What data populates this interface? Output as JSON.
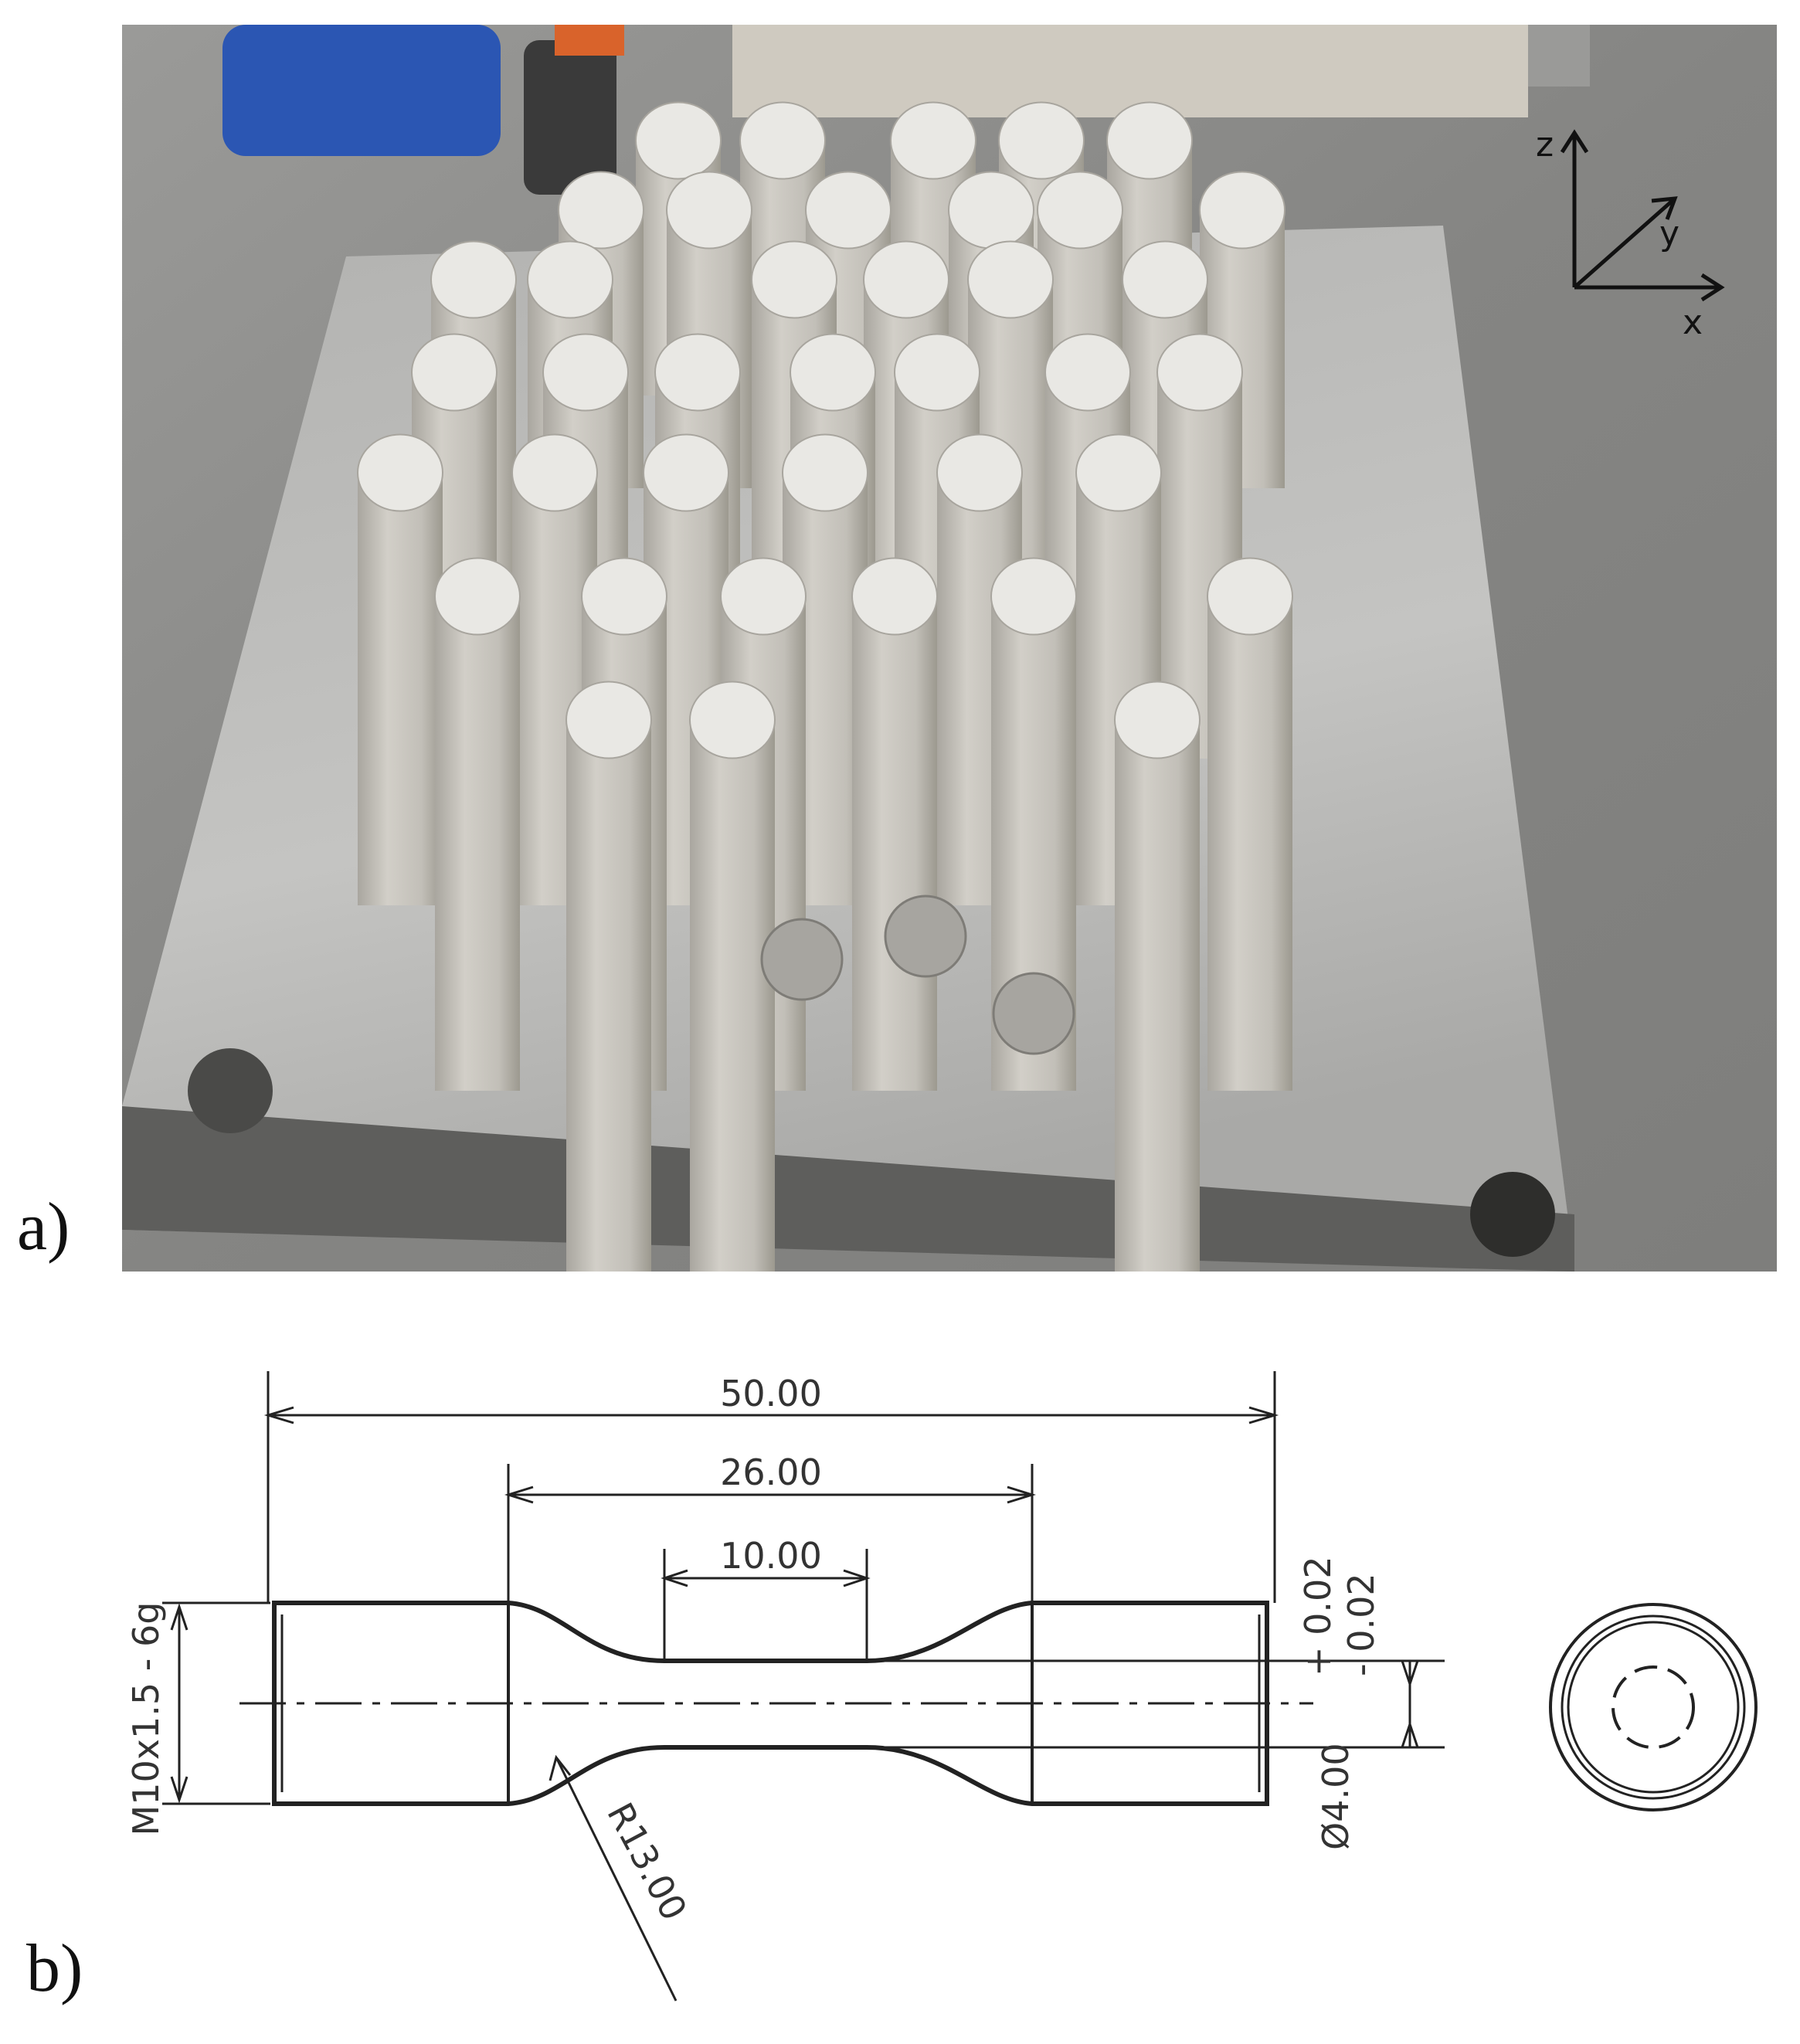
{
  "panels": {
    "a": {
      "label": "a)"
    },
    "b": {
      "label": "b)"
    }
  },
  "axes": {
    "z": "z",
    "y": "y",
    "x": "x"
  },
  "dimensions": {
    "overall_length": "50.00",
    "shoulder_span": "26.00",
    "gauge_length": "10.00",
    "thread": "M10x1.5  -  6g",
    "diameter": "Ø4.00",
    "tol_upper": "+ 0.02",
    "tol_lower": "- 0.02",
    "fillet_radius": "R13.00"
  },
  "colors": {
    "bench": "#8c8c8a",
    "plate": "#b9b9b7",
    "rod": "#cfccc6",
    "rod_top": "#e9e8e4",
    "line": "#222222"
  }
}
